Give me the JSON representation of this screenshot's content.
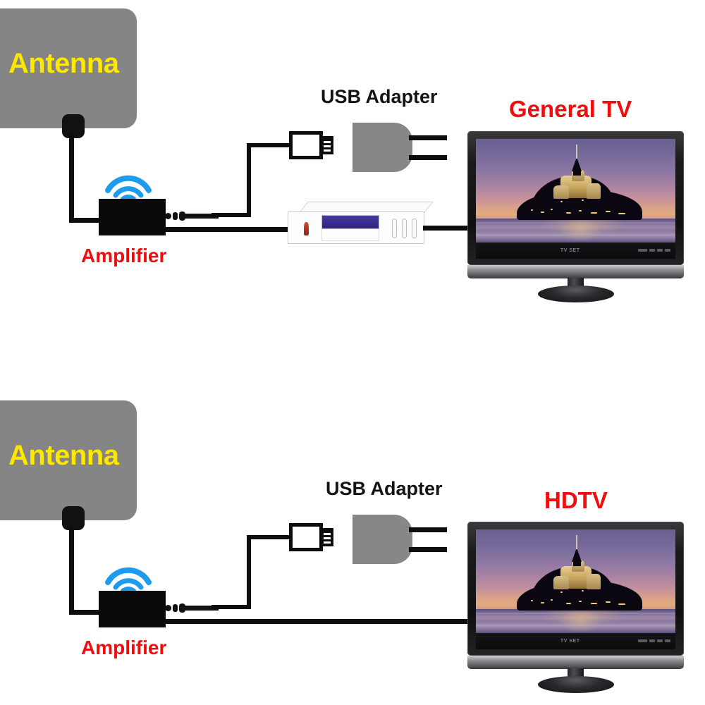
{
  "page": {
    "title": "TV Antenna Amplifier Connection Diagram",
    "background_color": "#ffffff"
  },
  "colors": {
    "antenna_panel": "#858585",
    "antenna_text": "#ffe800",
    "amplifier_body": "#0a0a0a",
    "amplifier_text": "#f00d0d",
    "tv_title_text": "#f00d0d",
    "section_label_text": "#141414",
    "wifi_icon": "#1e9bed",
    "cable": "#0d0d0d",
    "usb_adapter_body": "#878787",
    "settop_screen": "#3b2d8f",
    "settop_led": "#b03020"
  },
  "diagrams": [
    {
      "id": "general-tv-setup",
      "antenna": {
        "label": "Antenna",
        "connector": "antenna-coax-connector"
      },
      "amplifier": {
        "label": "Amplifier",
        "signal_icon": "wifi-icon"
      },
      "usb_adapter": {
        "label": "USB Adapter",
        "plug": "usb-a-plug",
        "prongs": 2
      },
      "settop_box": {
        "present": true,
        "display": "vfd-display",
        "indicator": "power-led",
        "buttons": 3
      },
      "tv": {
        "title": "General TV",
        "brand_logo": "TV SET",
        "screen_image": "mont-saint-michel-at-dusk"
      }
    },
    {
      "id": "hdtv-setup",
      "antenna": {
        "label": "Antenna",
        "connector": "antenna-coax-connector"
      },
      "amplifier": {
        "label": "Amplifier",
        "signal_icon": "wifi-icon"
      },
      "usb_adapter": {
        "label": "USB Adapter",
        "plug": "usb-a-plug",
        "prongs": 2
      },
      "settop_box": {
        "present": false
      },
      "tv": {
        "title": "HDTV",
        "brand_logo": "TV SET",
        "screen_image": "mont-saint-michel-at-dusk"
      }
    }
  ]
}
